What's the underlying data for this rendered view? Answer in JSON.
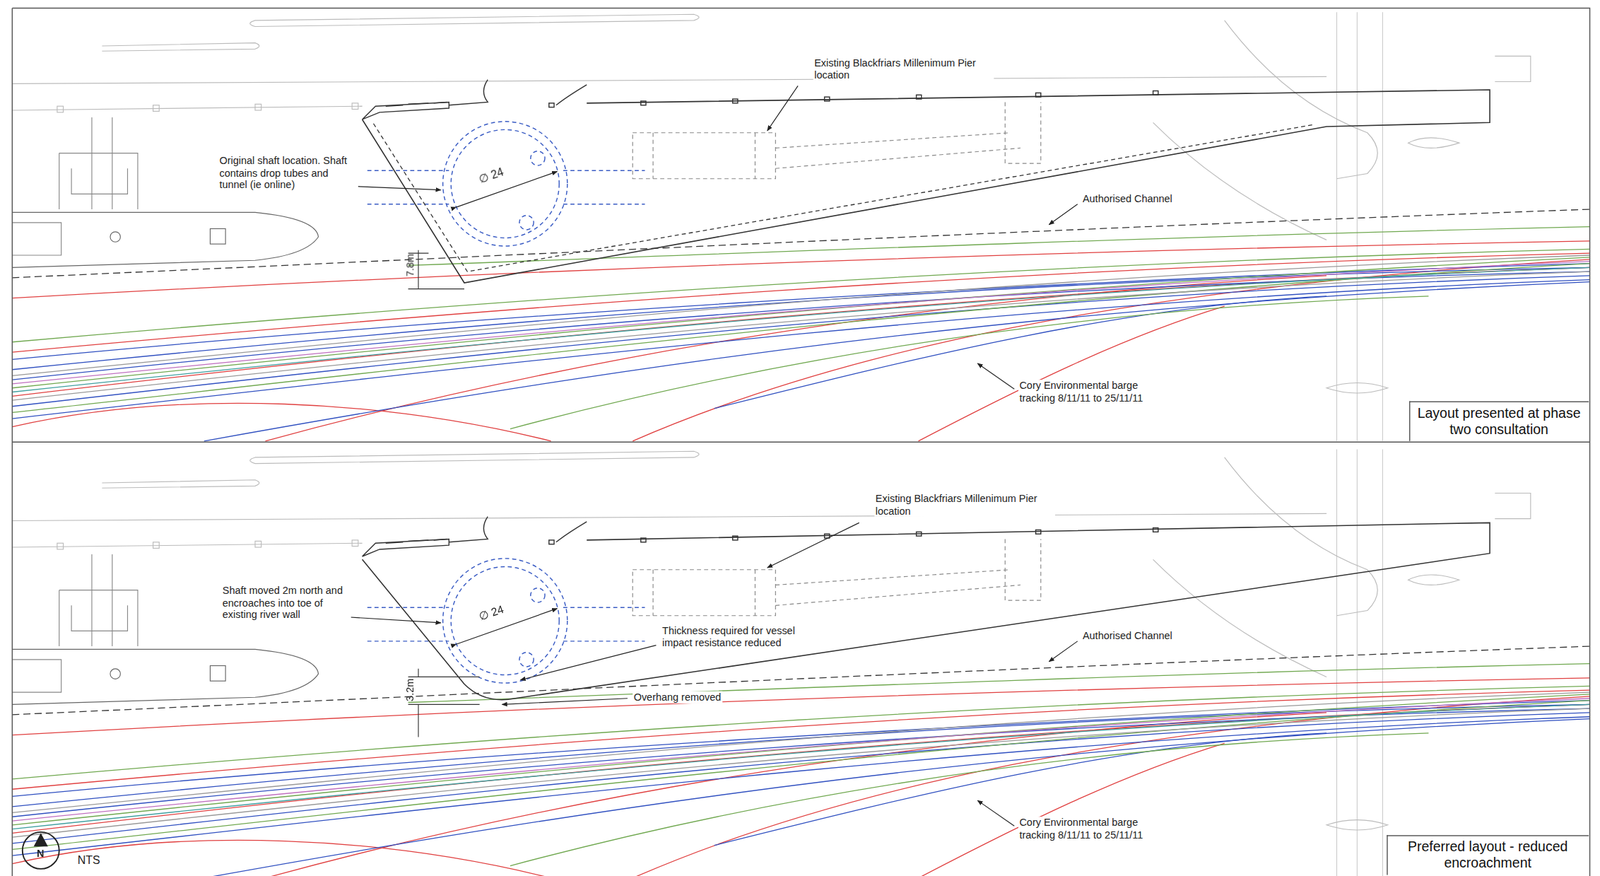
{
  "diagram": {
    "nodes": [
      {
        "text": [
          "Layout presented at phase two consultation"
        ]
      },
      {
        "text": [
          "Preferred layout - reduced encroachment"
        ]
      }
    ],
    "labels": [
      "Existing Blackfriars Millenimum Pier location",
      "Original shaft location. Shaft contains drop tubes and tunnel (ie online)",
      "∅ 24",
      "7.8m",
      "Authorised Channel",
      "Cory Environmental barge tracking 8/11/11 to 25/11/11",
      "Existing Blackfriars Millenimum Pier location",
      "Shaft moved 2m north and encroaches into toe of existing river wall",
      "∅ 24",
      "Thickness required for vessel impact resistance reduced",
      "Authorised Channel",
      "Overhang removed",
      "3.2m",
      "Cory Environmental barge tracking 8/11/11 to 25/11/11",
      "N",
      "NTS"
    ]
  }
}
